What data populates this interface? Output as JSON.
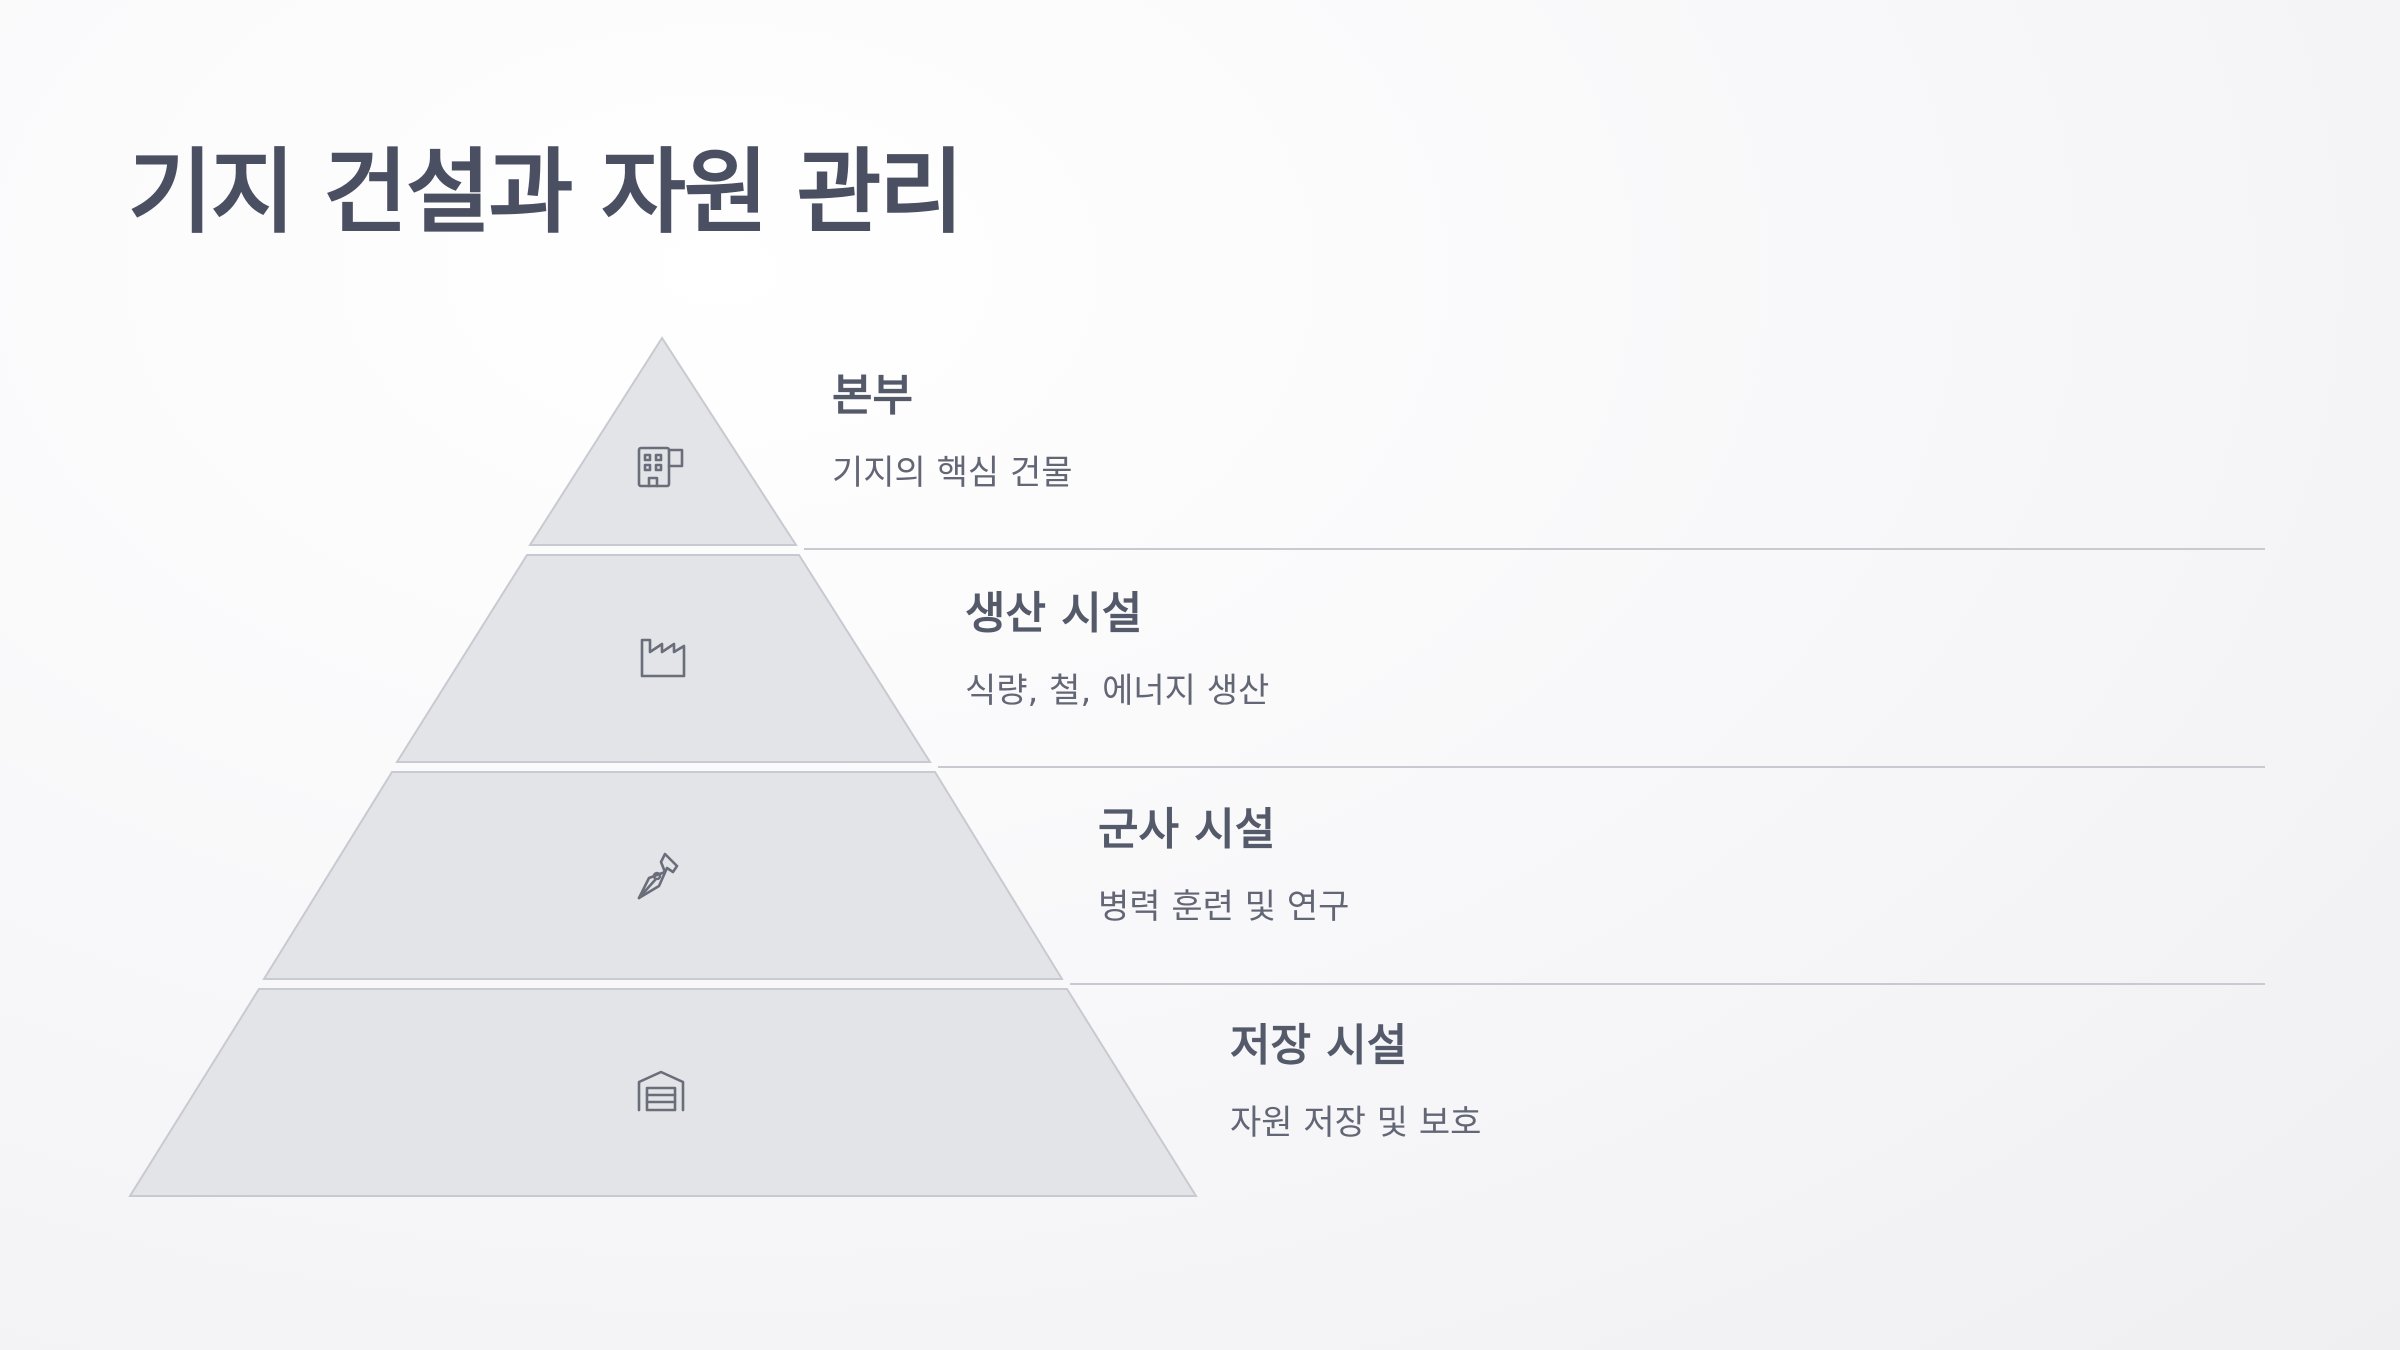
{
  "title": "기지 건설과 자원 관리",
  "tiers": [
    {
      "heading": "본부",
      "description": "기지의 핵심 건물",
      "icon": "building-icon"
    },
    {
      "heading": "생산 시설",
      "description": "식량, 철, 에너지 생산",
      "icon": "factory-icon"
    },
    {
      "heading": "군사 시설",
      "description": "병력 훈련 및 연구",
      "icon": "pen-nib-icon"
    },
    {
      "heading": "저장 시설",
      "description": "자원 저장 및 보호",
      "icon": "warehouse-icon"
    }
  ],
  "colors": {
    "title": "#4b4f62",
    "tier_fill": "#e3e4e8",
    "tier_stroke": "#c9cad1",
    "divider": "#c9cad1",
    "icon": "#6a6d7a"
  }
}
